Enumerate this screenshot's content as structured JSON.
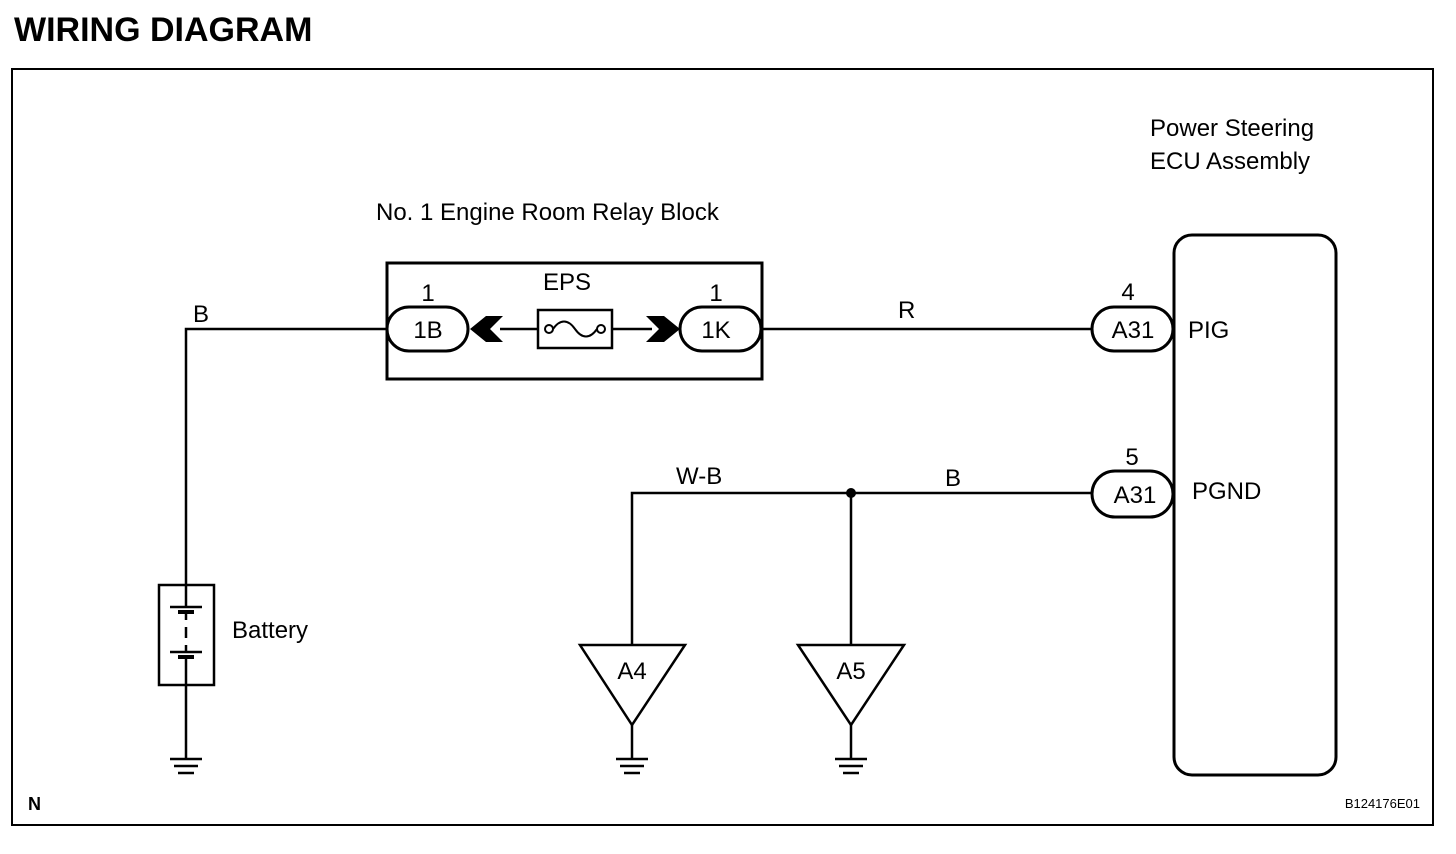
{
  "header": {
    "title": "WIRING DIAGRAM"
  },
  "components": {
    "relay_block": {
      "label": "No. 1 Engine Room Relay Block",
      "fuse": "EPS"
    },
    "ecu": {
      "line1": "Power Steering",
      "line2": "ECU Assembly"
    },
    "battery": {
      "label": "Battery"
    }
  },
  "connectors": {
    "c1b": {
      "name": "1B",
      "pin": "1"
    },
    "c1k": {
      "name": "1K",
      "pin": "1"
    },
    "a31_pig": {
      "name": "A31",
      "pin": "4",
      "terminal": "PIG"
    },
    "a31_pgnd": {
      "name": "A31",
      "pin": "5",
      "terminal": "PGND"
    }
  },
  "grounds": {
    "a4": "A4",
    "a5": "A5"
  },
  "wires": {
    "b_battery": "B",
    "r_pig": "R",
    "wb_ground": "W-B",
    "b_pgnd": "B"
  },
  "footer": {
    "left": "N",
    "code": "B124176E01"
  }
}
